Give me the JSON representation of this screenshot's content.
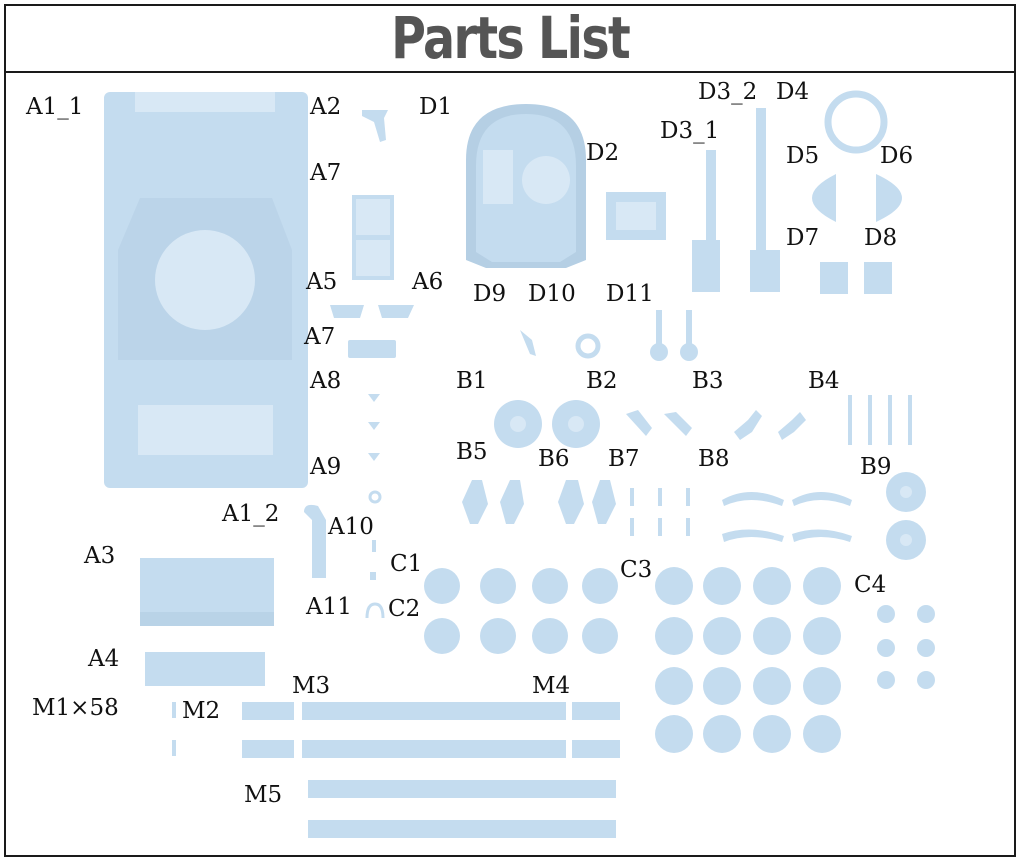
{
  "title": "Parts List",
  "labels": {
    "A1_1": "A1_1",
    "A2": "A2",
    "A7a": "A7",
    "A5": "A5",
    "A6": "A6",
    "A7b": "A7",
    "A8": "A8",
    "A9": "A9",
    "A1_2": "A1_2",
    "A10": "A10",
    "A3": "A3",
    "A11": "A11",
    "A4": "A4",
    "M1": "M1×58",
    "M2": "M2",
    "M3": "M3",
    "M4": "M4",
    "M5": "M5",
    "D1": "D1",
    "D2": "D2",
    "D3_1": "D3_1",
    "D3_2": "D3_2",
    "D4": "D4",
    "D5": "D5",
    "D6": "D6",
    "D7": "D7",
    "D8": "D8",
    "D9": "D9",
    "D10": "D10",
    "D11": "D11",
    "B1": "B1",
    "B2": "B2",
    "B3": "B3",
    "B4": "B4",
    "B5": "B5",
    "B6": "B6",
    "B7": "B7",
    "B8": "B8",
    "B9": "B9",
    "C1": "C1",
    "C2": "C2",
    "C3": "C3",
    "C4": "C4"
  },
  "colors": {
    "part": "#c4dcef",
    "border": "#1a1a1a",
    "title": "#555555"
  }
}
